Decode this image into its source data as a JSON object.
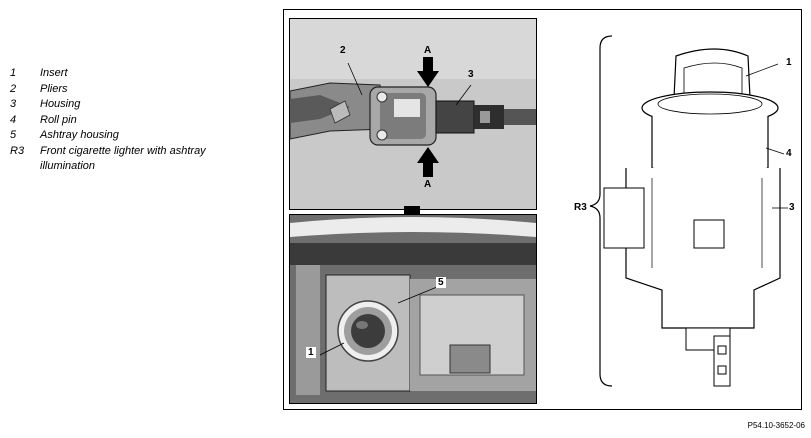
{
  "legend": {
    "items": [
      {
        "code": "1",
        "text": "Insert"
      },
      {
        "code": "2",
        "text": "Pliers"
      },
      {
        "code": "3",
        "text": "Housing"
      },
      {
        "code": "4",
        "text": "Roll pin"
      },
      {
        "code": "5",
        "text": "Ashtray housing"
      },
      {
        "code": "R3",
        "text": "Front cigarette lighter with ashtray illumination"
      }
    ]
  },
  "figure": {
    "top_photo": {
      "callouts": {
        "pliers": "2",
        "housing": "3",
        "arrow_top": "A",
        "arrow_bottom": "A"
      }
    },
    "bottom_photo": {
      "callouts": {
        "ashtray_housing": "5",
        "insert": "1"
      }
    },
    "drawing": {
      "callouts": {
        "insert": "1",
        "roll_pin": "4",
        "housing": "3",
        "assembly": "R3"
      }
    },
    "reference_code": "P54.10-3652-06"
  }
}
